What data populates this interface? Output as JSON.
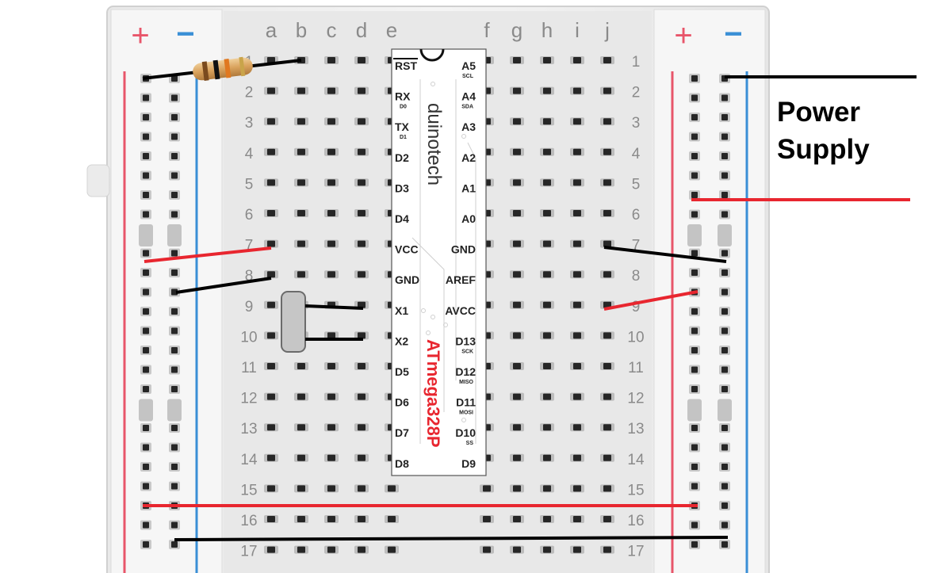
{
  "breadboard": {
    "left_columns": [
      "a",
      "b",
      "c",
      "d",
      "e"
    ],
    "right_columns": [
      "f",
      "g",
      "h",
      "i",
      "j"
    ],
    "row_numbers": [
      "1",
      "2",
      "3",
      "4",
      "5",
      "6",
      "7",
      "8",
      "9",
      "10",
      "11",
      "12",
      "13",
      "14",
      "15",
      "16",
      "17"
    ],
    "rail_plus": "+",
    "rail_minus": "−",
    "rail_plus_color": "#e8556a",
    "rail_minus_color": "#3a8fd6"
  },
  "chip": {
    "brand": "duinotech",
    "model": "ATmega328P",
    "model_color": "#e8262f",
    "left_pins": [
      {
        "label": "RST",
        "sub": ""
      },
      {
        "label": "RX",
        "sub": "D0"
      },
      {
        "label": "TX",
        "sub": "D1"
      },
      {
        "label": "D2",
        "sub": ""
      },
      {
        "label": "D3",
        "sub": ""
      },
      {
        "label": "D4",
        "sub": ""
      },
      {
        "label": "VCC",
        "sub": ""
      },
      {
        "label": "GND",
        "sub": ""
      },
      {
        "label": "X1",
        "sub": ""
      },
      {
        "label": "X2",
        "sub": ""
      },
      {
        "label": "D5",
        "sub": ""
      },
      {
        "label": "D6",
        "sub": ""
      },
      {
        "label": "D7",
        "sub": ""
      },
      {
        "label": "D8",
        "sub": ""
      }
    ],
    "right_pins": [
      {
        "label": "A5",
        "sub": "SCL"
      },
      {
        "label": "A4",
        "sub": "SDA"
      },
      {
        "label": "A3",
        "sub": ""
      },
      {
        "label": "A2",
        "sub": ""
      },
      {
        "label": "A1",
        "sub": ""
      },
      {
        "label": "A0",
        "sub": ""
      },
      {
        "label": "GND",
        "sub": ""
      },
      {
        "label": "AREF",
        "sub": ""
      },
      {
        "label": "AVCC",
        "sub": ""
      },
      {
        "label": "D13",
        "sub": "SCK"
      },
      {
        "label": "D12",
        "sub": "MISO"
      },
      {
        "label": "D11",
        "sub": "MOSI"
      },
      {
        "label": "D10",
        "sub": "SS"
      },
      {
        "label": "D9",
        "sub": ""
      }
    ]
  },
  "annotation": {
    "line1": "Power",
    "line2": "Supply"
  },
  "colors": {
    "red_wire": "#e8262f",
    "black_wire": "#000000",
    "board": "#f1f1f1",
    "hole": "#262626"
  }
}
